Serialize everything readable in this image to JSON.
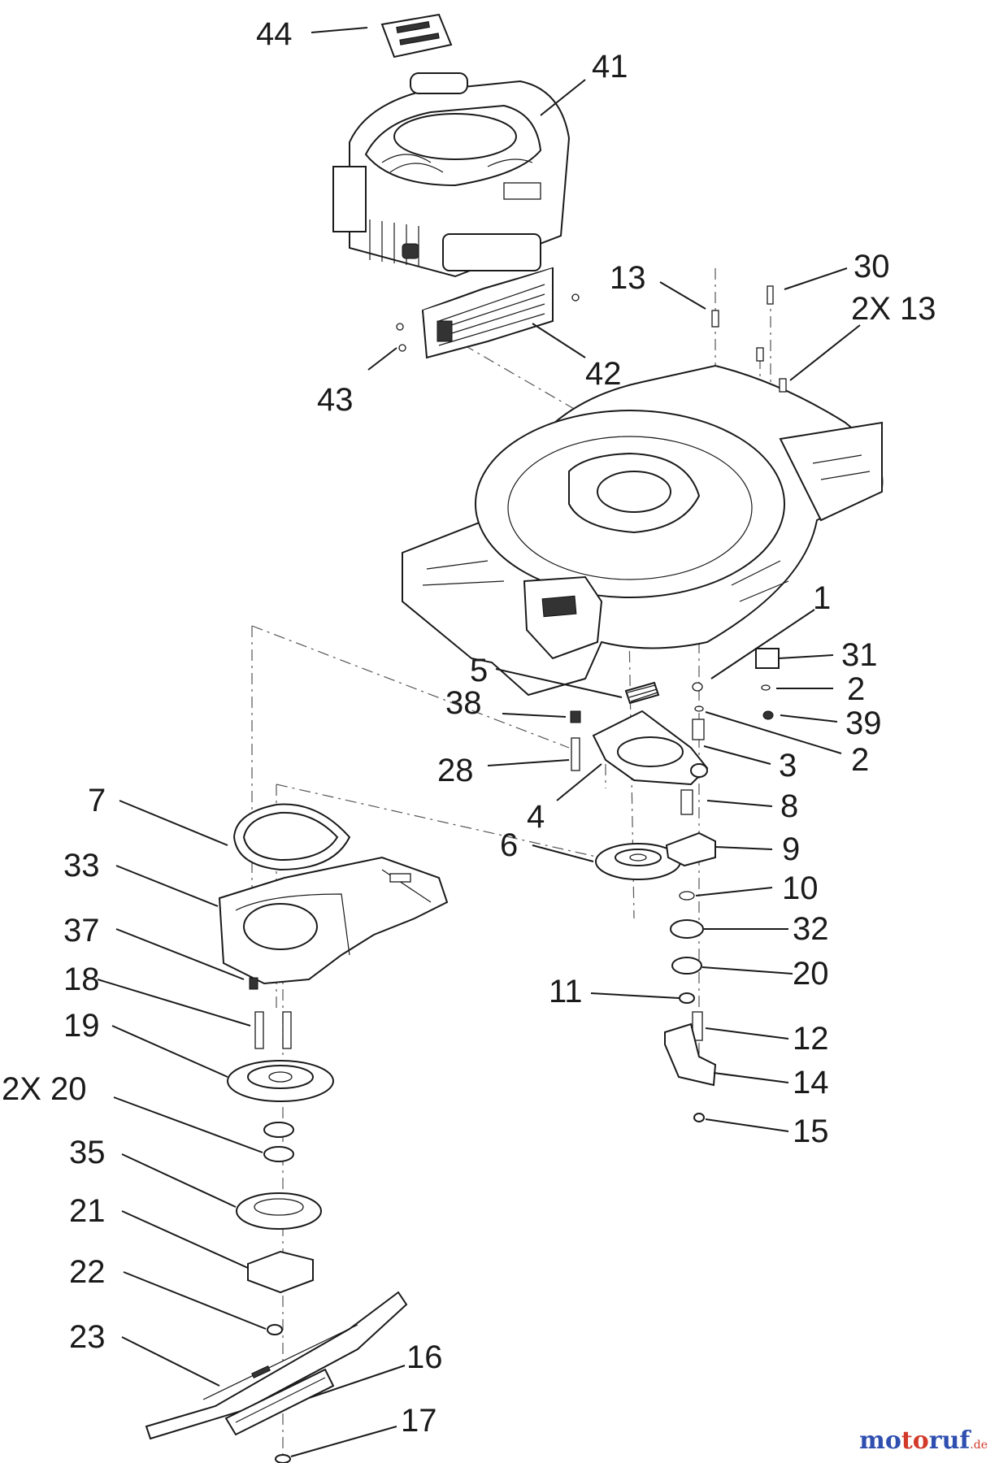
{
  "callouts": [
    {
      "id": "44",
      "text": "44"
    },
    {
      "id": "41",
      "text": "41"
    },
    {
      "id": "13a",
      "text": "13"
    },
    {
      "id": "30",
      "text": "30"
    },
    {
      "id": "2x13",
      "text": "2X 13"
    },
    {
      "id": "42",
      "text": "42"
    },
    {
      "id": "43",
      "text": "43"
    },
    {
      "id": "1",
      "text": "1"
    },
    {
      "id": "31",
      "text": "31"
    },
    {
      "id": "5",
      "text": "5"
    },
    {
      "id": "2a",
      "text": "2"
    },
    {
      "id": "38",
      "text": "38"
    },
    {
      "id": "39",
      "text": "39"
    },
    {
      "id": "2b",
      "text": "2"
    },
    {
      "id": "28",
      "text": "28"
    },
    {
      "id": "3",
      "text": "3"
    },
    {
      "id": "7",
      "text": "7"
    },
    {
      "id": "4",
      "text": "4"
    },
    {
      "id": "8",
      "text": "8"
    },
    {
      "id": "6",
      "text": "6"
    },
    {
      "id": "9",
      "text": "9"
    },
    {
      "id": "33",
      "text": "33"
    },
    {
      "id": "10",
      "text": "10"
    },
    {
      "id": "37",
      "text": "37"
    },
    {
      "id": "32",
      "text": "32"
    },
    {
      "id": "18",
      "text": "18"
    },
    {
      "id": "20",
      "text": "20"
    },
    {
      "id": "11",
      "text": "11"
    },
    {
      "id": "19",
      "text": "19"
    },
    {
      "id": "12",
      "text": "12"
    },
    {
      "id": "2x20",
      "text": "2X 20"
    },
    {
      "id": "14",
      "text": "14"
    },
    {
      "id": "15",
      "text": "15"
    },
    {
      "id": "35",
      "text": "35"
    },
    {
      "id": "21",
      "text": "21"
    },
    {
      "id": "22",
      "text": "22"
    },
    {
      "id": "23",
      "text": "23"
    },
    {
      "id": "16",
      "text": "16"
    },
    {
      "id": "17",
      "text": "17"
    }
  ],
  "watermark": {
    "part1": "mo",
    "part2": "to",
    "part3": "ruf",
    "suffix": ".de"
  },
  "colors": {
    "line": "#1a1a1a",
    "watermark_blue": "#2f4fb0",
    "watermark_red": "#d23a2a"
  }
}
